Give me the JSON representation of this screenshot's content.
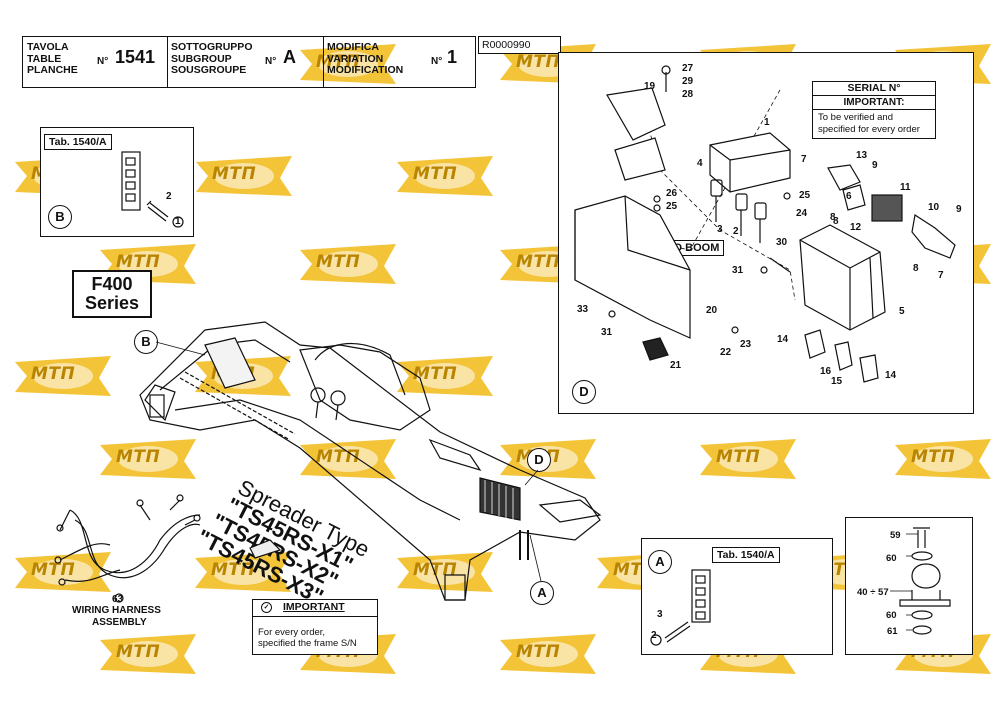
{
  "header": {
    "table_label": "TAVOLA\nTABLE\nPLANCHE",
    "table_no_prefix": "N°",
    "table_no": "1541",
    "subgroup_label": "SOTTOGRUPPO\nSUBGROUP\nSOUSGROUPE",
    "subgroup_no_prefix": "N°",
    "subgroup_value": "A",
    "modification_label": "MODIFICA\nVARIATION\nMODIFICATION",
    "modification_no_prefix": "N°",
    "modification_value": "1",
    "reference_code": "R0000990"
  },
  "detail_b": {
    "tab_title": "Tab. 1540/A",
    "label": "B",
    "callouts": [
      "2",
      "1"
    ]
  },
  "model": {
    "series_line1": "F400",
    "series_line2": "Series"
  },
  "spreader_type": {
    "line1": "Spreader Type",
    "line2": "\"TS45RS-X1\"",
    "line3": "\"TS45RS-X2\"",
    "line4": "\"TS45RS-X3\""
  },
  "main_labels": {
    "b": "B",
    "d": "D",
    "a": "A"
  },
  "wiring_harness": {
    "callout": "63",
    "line1": "WIRING HARNESS",
    "line2": "ASSEMBLY"
  },
  "important_note": {
    "title": "IMPORTANT",
    "text_line1": "For every order,",
    "text_line2": "specified the frame S/N"
  },
  "detail_d": {
    "label": "D",
    "to_boom": "TO BOOM",
    "serial_title": "SERIAL N°",
    "serial_important": "IMPORTANT:",
    "serial_text1": "To be verified and",
    "serial_text2": "specified for every order",
    "callouts": [
      "27",
      "19",
      "29",
      "28",
      "1",
      "7",
      "9",
      "4",
      "3",
      "2",
      "26",
      "25",
      "25",
      "24",
      "11",
      "10",
      "9",
      "6",
      "8",
      "12",
      "13",
      "30",
      "31",
      "20",
      "33",
      "31",
      "5",
      "22",
      "23",
      "14",
      "21",
      "16",
      "15",
      "14",
      "8",
      "8",
      "7"
    ]
  },
  "detail_a": {
    "label": "A",
    "tab_title": "Tab. 1540/A",
    "callouts": [
      "3",
      "2"
    ]
  },
  "detail_clamp": {
    "callouts": [
      "59",
      "60",
      "40 ÷ 57",
      "60",
      "61"
    ]
  },
  "watermark": {
    "text": "МТП",
    "color": "#f0b400"
  }
}
